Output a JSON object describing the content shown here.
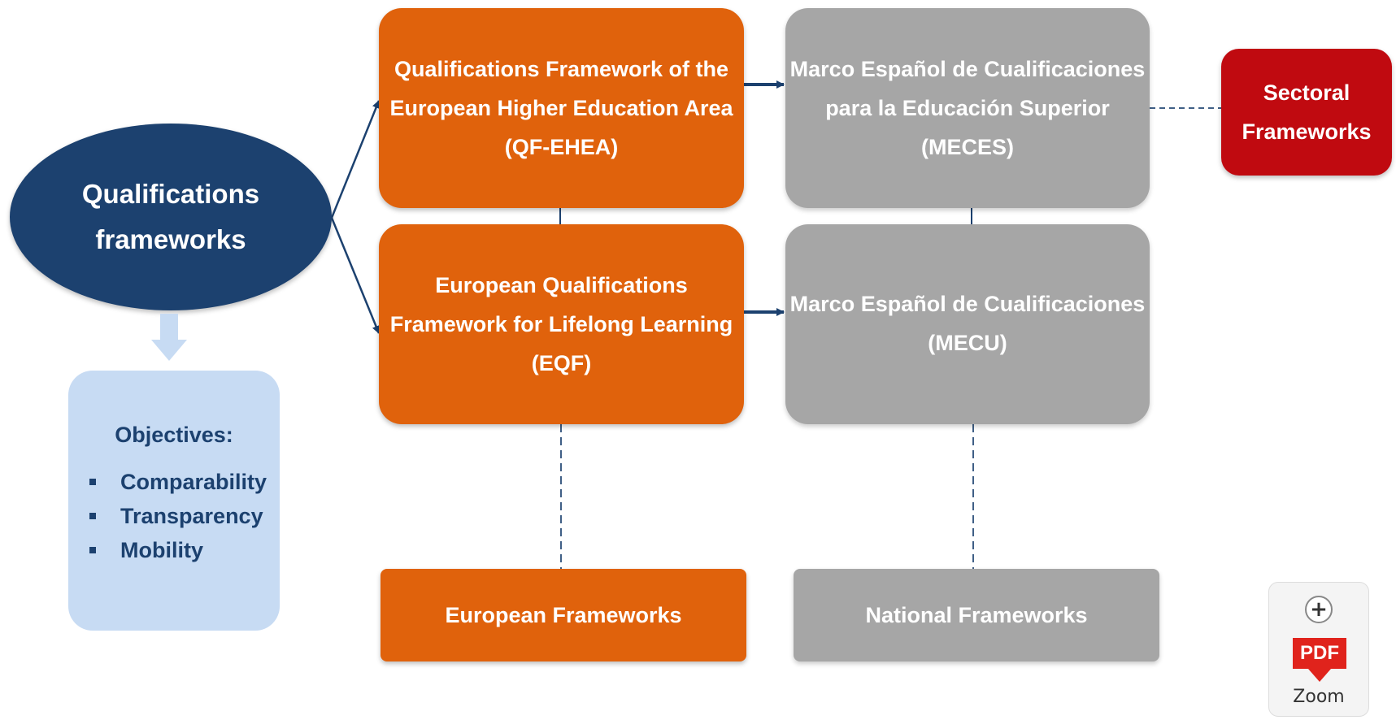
{
  "root": {
    "lines": [
      "Qualifications",
      "frameworks"
    ]
  },
  "objectives": {
    "title": "Objectives:",
    "items": [
      "Comparability",
      "Transparency",
      "Mobility"
    ]
  },
  "qf_ehea": {
    "lines": [
      "Qualifications Framework of the",
      "European Higher Education Area",
      "(QF-EHEA)"
    ]
  },
  "eqf": {
    "lines": [
      "European Qualifications",
      "Framework for Lifelong Learning",
      "(EQF)"
    ]
  },
  "meces": {
    "lines": [
      "Marco Español de Cualificaciones",
      "para la Educación Superior",
      "(MECES)"
    ]
  },
  "mecu": {
    "lines": [
      "Marco Español de Cualificaciones",
      "(MECU)"
    ]
  },
  "sectoral": {
    "lines": [
      "Sectoral",
      "Frameworks"
    ]
  },
  "european": {
    "label": "European Frameworks"
  },
  "national": {
    "label": "National Frameworks"
  },
  "zoom_widget": {
    "pdf": "PDF",
    "label": "Zoom",
    "icon": "plus-icon"
  },
  "colors": {
    "navy": "#1c416f",
    "orange": "#e0620c",
    "grey": "#a6a6a6",
    "red": "#c00a10",
    "light_blue": "#c7dbf3"
  }
}
